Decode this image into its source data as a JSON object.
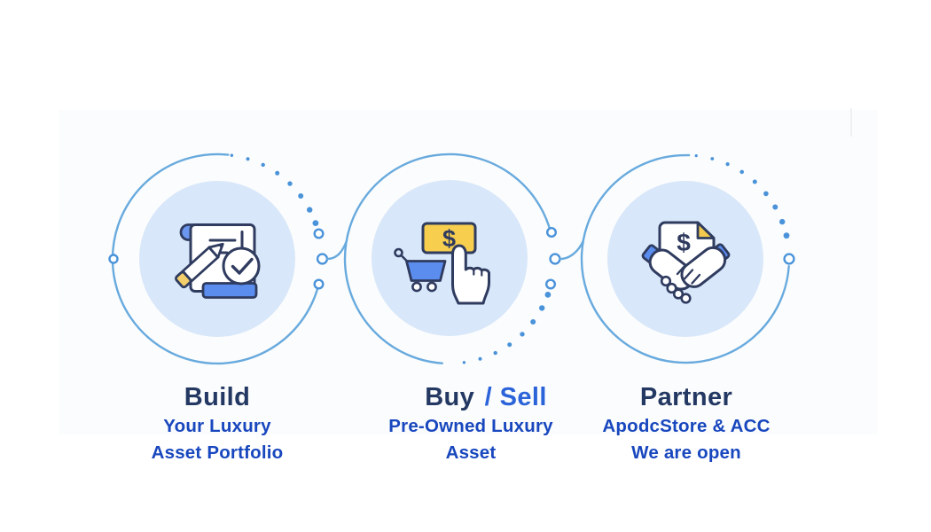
{
  "page": {
    "background": "#ffffff"
  },
  "steps": [
    {
      "id": "build",
      "title": "Build",
      "title_accent": "",
      "subtitle_lines": [
        "Your Luxury",
        "Asset Portfolio"
      ],
      "icon": "document-pencil-check-icon"
    },
    {
      "id": "buy-sell",
      "title": "Buy",
      "title_accent": "/ Sell",
      "subtitle_lines": [
        "Pre-Owned Luxury",
        "Asset"
      ],
      "icon": "banknote-cart-tap-icon",
      "icon_dollar": "$"
    },
    {
      "id": "partner",
      "title": "Partner",
      "title_accent": "",
      "subtitle_lines": [
        "ApodcStore & ACC",
        "We are open"
      ],
      "icon": "handshake-contract-icon",
      "icon_dollar": "$"
    }
  ],
  "colors": {
    "title": "#233862",
    "title_accent": "#2b63d9",
    "subtitle": "#1847be",
    "ring_stroke": "#68aade",
    "dot": "#4a93da",
    "circle_fill": "#d8e7f9",
    "icon_outline": "#2f3b5f",
    "icon_blue": "#5b8def",
    "icon_yellow": "#f7ce4e"
  }
}
